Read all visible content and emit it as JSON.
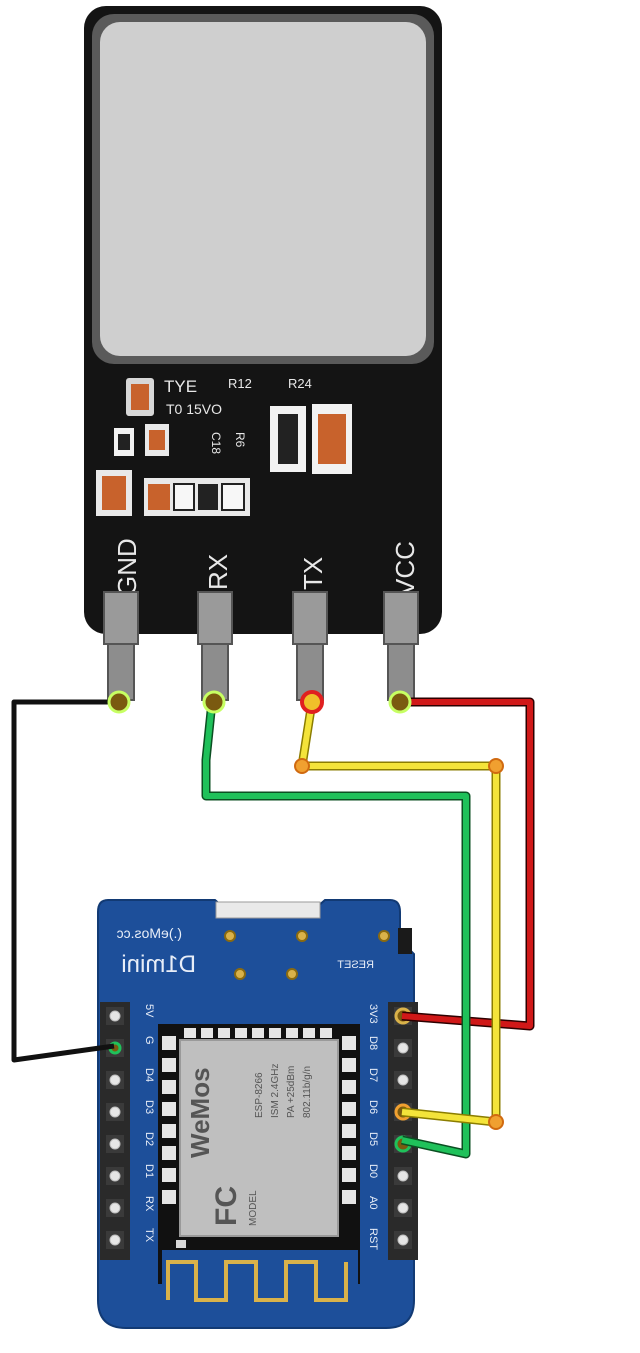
{
  "sensor": {
    "silk": {
      "tye": "TYE",
      "r12": "R12",
      "r24": "R24",
      "voltage": "T0 15VO",
      "c18": "C18",
      "r6": "R6"
    },
    "pins": [
      {
        "id": "gnd",
        "label": "GND"
      },
      {
        "id": "rx",
        "label": "RX"
      },
      {
        "id": "tx",
        "label": "TX"
      },
      {
        "id": "vcc",
        "label": "VCC"
      }
    ]
  },
  "board": {
    "brand": "D1mini",
    "maker": "(.)eMos.cc",
    "reset": "RESET",
    "module_logo": "WeMos",
    "module_lines": [
      "ESP-8266",
      "ISM 2.4GHz",
      "PA +25dBm",
      "802.11b/g/n"
    ],
    "fc": "FC",
    "model": "MODEL",
    "left_pins": [
      "5V",
      "G",
      "D4",
      "D3",
      "D2",
      "D1",
      "RX",
      "TX"
    ],
    "right_pins": [
      "3V3",
      "D8",
      "D7",
      "D6",
      "D5",
      "D0",
      "A0",
      "RST"
    ]
  },
  "wires": [
    {
      "name": "black-wire",
      "color": "#111111",
      "from": "GND",
      "to": "G"
    },
    {
      "name": "green-wire",
      "color": "#1fc15a",
      "from": "RX",
      "to": "D5"
    },
    {
      "name": "yellow-wire",
      "color": "#f4e43a",
      "from": "TX",
      "to": "D6"
    },
    {
      "name": "red-wire",
      "color": "#d01818",
      "from": "VCC",
      "to": "3V3"
    }
  ],
  "colors": {
    "sensor_pcb": "#141414",
    "sensor_window": "#cfcfcf",
    "board_pcb": "#1d4f9a",
    "header": "#2a2a2a",
    "pin_gold": "#b98a1a"
  }
}
